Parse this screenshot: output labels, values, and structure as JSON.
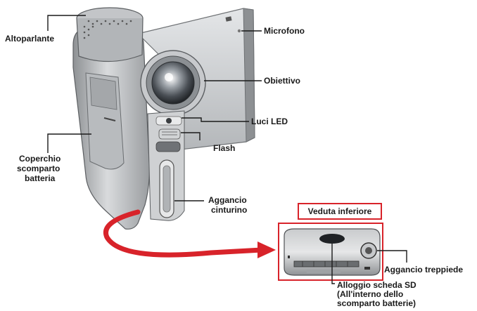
{
  "labels": {
    "altoparlante": "Altoparlante",
    "microfono": "Microfono",
    "obiettivo": "Obiettivo",
    "luci_led": "Luci LED",
    "flash": "Flash",
    "coperchio_1": "Coperchio",
    "coperchio_2": "scomparto",
    "coperchio_3": "batteria",
    "aggancio_cint_1": "Aggancio",
    "aggancio_cint_2": "cinturino",
    "veduta_inferiore": "Veduta inferiore",
    "aggancio_treppiede": "Aggancio treppiede",
    "alloggio_1": "Alloggio scheda SD",
    "alloggio_2": "(All'interno dello",
    "alloggio_3": "scomparto batterie)"
  },
  "colors": {
    "accent_red": "#d8232a",
    "leader_line": "#1a1a1a",
    "body_gray": "#a9acaf",
    "body_light": "#d6d8da"
  },
  "icons": {
    "camera": "camcorder-illustration",
    "bottom": "camcorder-bottom-view",
    "arrow": "curved-red-arrow"
  }
}
